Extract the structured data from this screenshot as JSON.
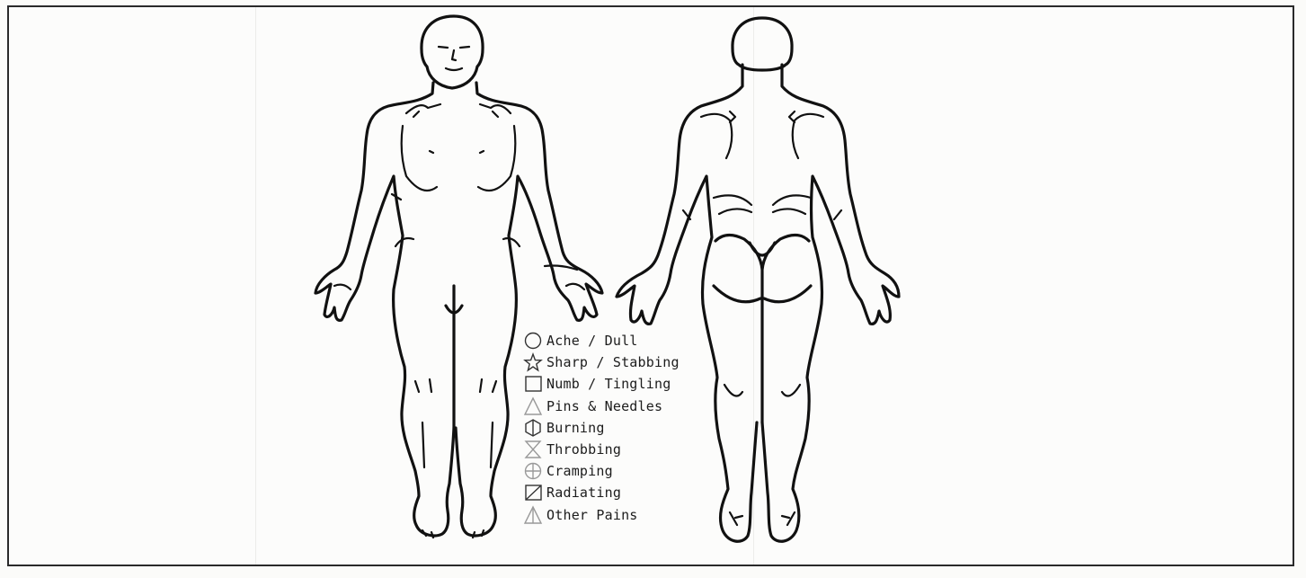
{
  "legend": {
    "items": [
      {
        "icon": "circle-icon",
        "label": "Ache / Dull"
      },
      {
        "icon": "star-icon",
        "label": "Sharp / Stabbing"
      },
      {
        "icon": "square-icon",
        "label": "Numb / Tingling"
      },
      {
        "icon": "triangle-icon",
        "label": "Pins & Needles"
      },
      {
        "icon": "split-hexagon-icon",
        "label": "Burning"
      },
      {
        "icon": "hourglass-icon",
        "label": "Throbbing"
      },
      {
        "icon": "circle-cross-icon",
        "label": "Cramping"
      },
      {
        "icon": "slashed-square-icon",
        "label": "Radiating"
      },
      {
        "icon": "split-triangle-icon",
        "label": "Other Pains"
      }
    ]
  },
  "figures": {
    "front": {
      "icon": "front-body-icon"
    },
    "back": {
      "icon": "back-body-icon"
    }
  }
}
